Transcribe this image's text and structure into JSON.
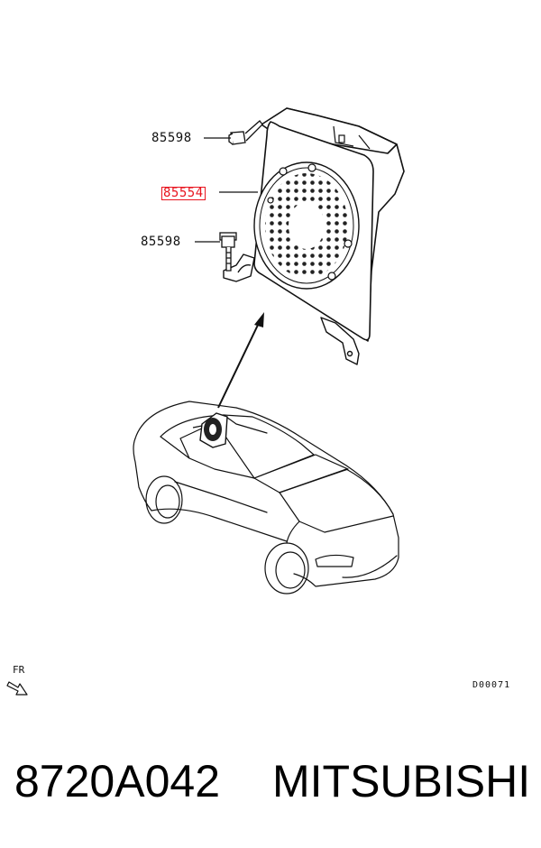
{
  "diagram": {
    "callouts": [
      {
        "id": "bolt-upper",
        "label": "85598",
        "highlight": false
      },
      {
        "id": "speaker-box",
        "label": "85554",
        "highlight": true
      },
      {
        "id": "bolt-lower",
        "label": "85598",
        "highlight": false
      }
    ],
    "front_indicator": "FR",
    "reference_code": "D00071"
  },
  "footer": {
    "part_number": "8720A042",
    "brand": "MITSUBISHI"
  },
  "colors": {
    "highlight": "#e8141e",
    "line": "#111111"
  }
}
